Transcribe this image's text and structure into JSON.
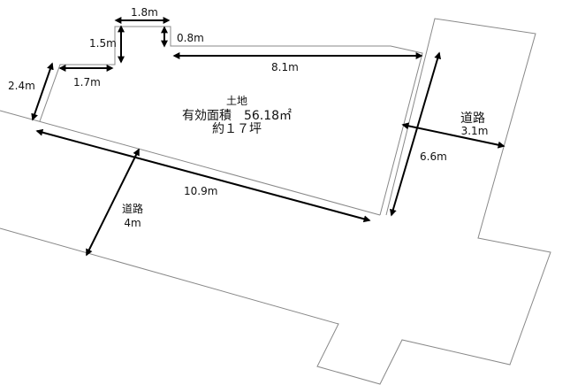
{
  "lot": {
    "label": "土地",
    "area": "有効面積　56.18㎡",
    "tsubo": "約１７坪"
  },
  "dimensions": {
    "d1": "1.8m",
    "d2": "1.5m",
    "d3": "0.8m",
    "d4": "8.1m",
    "d5": "2.4m",
    "d6": "1.7m",
    "d7": "10.9m",
    "d8": "6.6m"
  },
  "roads": {
    "front": {
      "label": "道路",
      "width": "4m"
    },
    "side": {
      "label": "道路",
      "width": "3.1m"
    }
  }
}
